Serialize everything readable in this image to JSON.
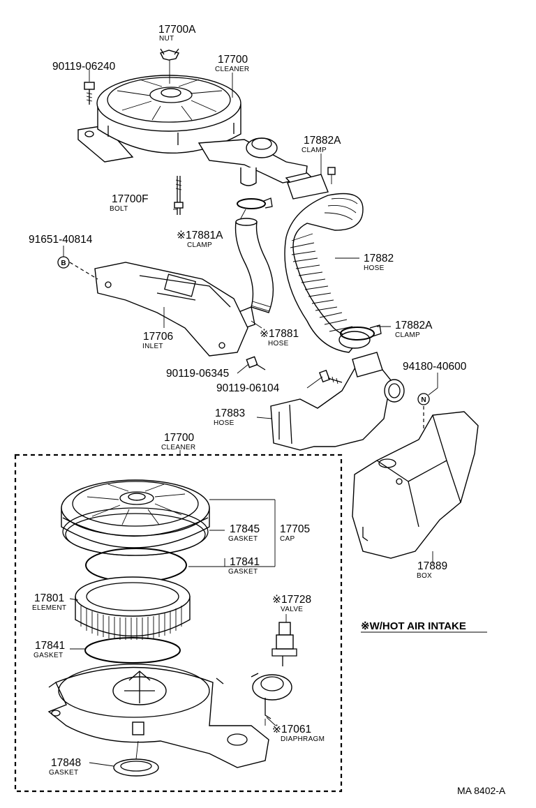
{
  "labels": {
    "nut": {
      "pn": "17700A",
      "name": "NUT"
    },
    "cleaner_top": {
      "pn": "17700",
      "name": "CLEANER"
    },
    "bolt_top": {
      "pn": "90119-06240"
    },
    "clamp_a": {
      "pn": "17882A",
      "name": "CLAMP"
    },
    "bolt_f": {
      "pn": "17700F",
      "name": "BOLT"
    },
    "clamp_1881a": {
      "pn": "※17881A",
      "name": "CLAMP"
    },
    "pin": {
      "pn": "91651-40814"
    },
    "pin_mark": "B",
    "hose_17882": {
      "pn": "17882",
      "name": "HOSE"
    },
    "inlet": {
      "pn": "17706",
      "name": "INLET"
    },
    "hose_17881": {
      "pn": "※17881",
      "name": "HOSE"
    },
    "clamp_b": {
      "pn": "17882A",
      "name": "CLAMP"
    },
    "bolt_06345": {
      "pn": "90119-06345"
    },
    "bolt_06104": {
      "pn": "90119-06104"
    },
    "clip": {
      "pn": "94180-40600"
    },
    "clip_mark": "N",
    "hose_17883": {
      "pn": "17883",
      "name": "HOSE"
    },
    "cleaner_box": {
      "pn": "17700",
      "name": "CLEANER"
    },
    "gasket_17845": {
      "pn": "17845",
      "name": "GASKET"
    },
    "cap": {
      "pn": "17705",
      "name": "CAP"
    },
    "gasket_17841a": {
      "pn": "17841",
      "name": "GASKET"
    },
    "box": {
      "pn": "17889",
      "name": "BOX"
    },
    "element": {
      "pn": "17801",
      "name": "ELEMENT"
    },
    "valve": {
      "pn": "※17728",
      "name": "VALVE"
    },
    "gasket_17841b": {
      "pn": "17841",
      "name": "GASKET"
    },
    "diaphragm": {
      "pn": "※17061",
      "name": "DIAPHRAGM"
    },
    "gasket_17848": {
      "pn": "17848",
      "name": "GASKET"
    }
  },
  "note": "※W/HOT AIR INTAKE",
  "reference": "MA 8402-A"
}
